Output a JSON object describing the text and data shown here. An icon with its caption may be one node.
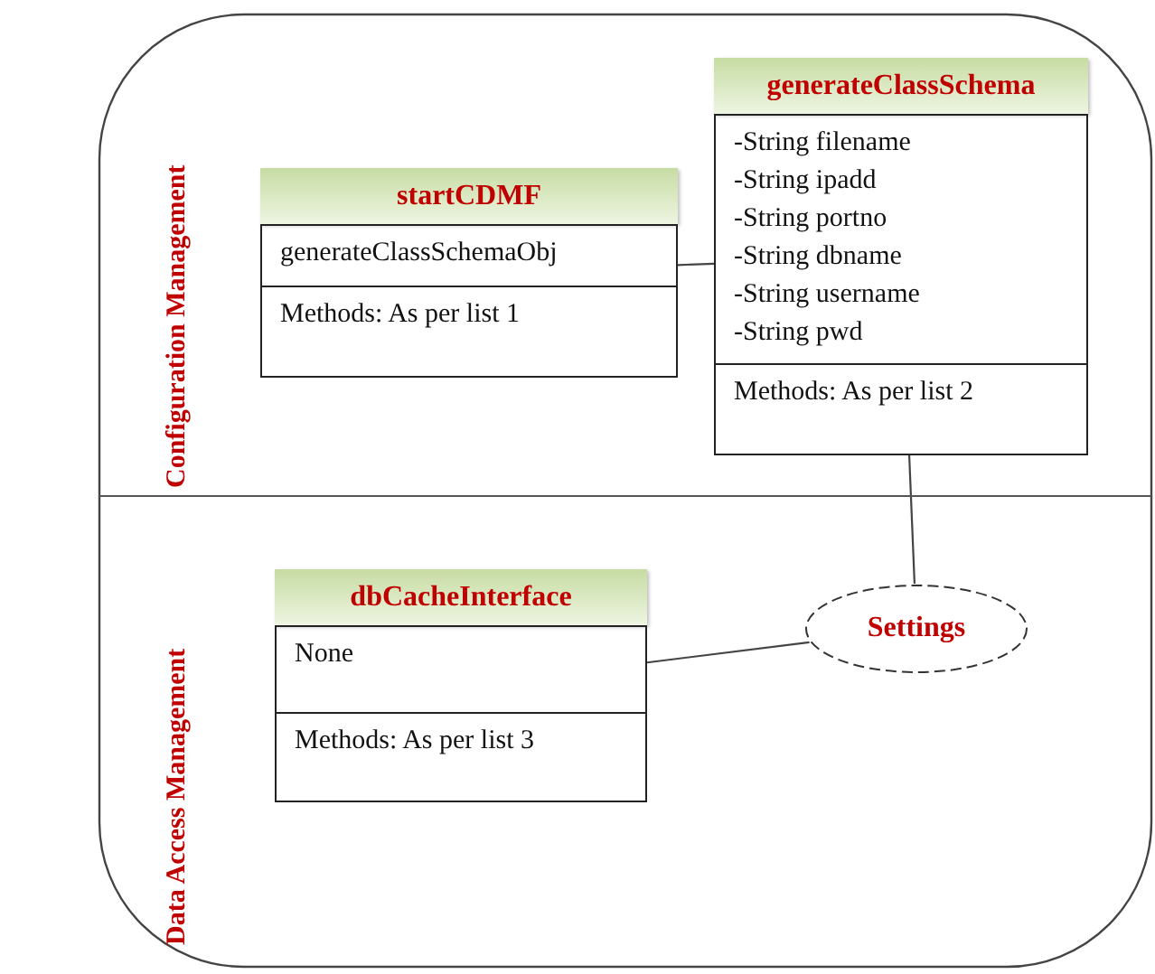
{
  "diagram": {
    "nodes": [
      {
        "text": [
          "Configuration Management"
        ]
      },
      {
        "text": [
          "Data Access Management"
        ]
      },
      {
        "text": [
          "startCDMF",
          "generateClassSchemaObj",
          "Methods: As per list 1"
        ],
        "in": 0
      },
      {
        "text": [
          "generateClassSchema",
          "-String filename",
          "-String ipadd",
          "-String portno",
          "-String dbname",
          "-String username",
          "-String pwd",
          "Methods: As per list 2"
        ],
        "in": 0
      },
      {
        "text": [
          "dbCacheInterface",
          "None",
          "Methods: As per list 3"
        ],
        "in": 1
      },
      {
        "text": [
          "Settings"
        ],
        "in": 1
      }
    ],
    "edges": [
      {
        "from": 2,
        "to": 3,
        "arrow": "none"
      },
      {
        "from": 3,
        "to": 5,
        "arrow": "none"
      },
      {
        "from": 4,
        "to": 5,
        "arrow": "none"
      }
    ]
  }
}
